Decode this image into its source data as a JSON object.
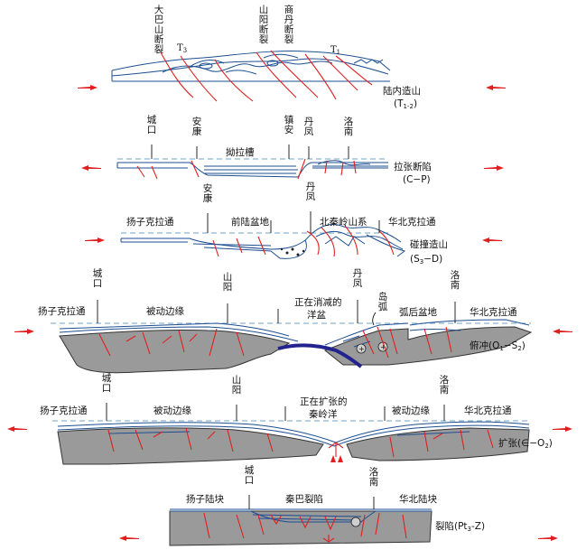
{
  "panels": {
    "p1": {
      "stage": [
        "陆内造山",
        "(T",
        "1-2",
        ")"
      ],
      "labels": {
        "dabashan": "大巴山断裂",
        "shanyang": "山阳断裂",
        "shangdan": "商丹断裂",
        "t3_main": "T",
        "t3_sub": "3",
        "t1_main": "T",
        "t1_sub": "1"
      }
    },
    "p2": {
      "stage": [
        "拉张断陷",
        "(C−P)"
      ],
      "labels": {
        "chengkou": "城口",
        "ankang": "安康",
        "zhenan": "镇安",
        "danfeng": "丹凤",
        "luonan": "洛南",
        "trough": "拗拉槽"
      }
    },
    "p3": {
      "stage": [
        "碰撞造山",
        "(S",
        "3",
        "−D)"
      ],
      "labels": {
        "ankang": "安康",
        "danfeng": "丹凤",
        "yangtze": "扬子克拉通",
        "foreland": "前陆盆地",
        "nqinling": "北秦岭山系",
        "ncc": "华北克拉通"
      }
    },
    "p4": {
      "stage": [
        "俯冲(O",
        "1",
        "−S",
        "2",
        ")"
      ],
      "labels": {
        "chengkou": "城口",
        "shanyang": "山阳",
        "danfeng": "丹凤",
        "luonan": "洛南",
        "yangtze": "扬子克拉通",
        "passive": "被动边缘",
        "ocean_l1": "正在消减的",
        "ocean_l2": "洋盆",
        "arc": "岛弧",
        "backarc": "弧后盆地",
        "ncc": "华北克拉通"
      }
    },
    "p5": {
      "stage": [
        "扩张(∈−O",
        "2",
        ")"
      ],
      "labels": {
        "chengkou": "城口",
        "shanyang": "山阳",
        "luonan": "洛南",
        "yangtze": "扬子克拉通",
        "passive_l": "被动边缘",
        "ocean_l1": "正在扩张的",
        "ocean_l2": "秦岭洋",
        "passive_r": "被动边缘",
        "ncc": "华北克拉通"
      }
    },
    "p6": {
      "stage": [
        "裂陷(Pt",
        "3",
        "-Z)"
      ],
      "labels": {
        "chengkou": "城口",
        "luonan": "洛南",
        "yangtze": "扬子陆块",
        "rift": "秦巴裂陷",
        "ncb": "华北陆块"
      }
    }
  },
  "colors": {
    "crust": "#9a9a9a",
    "fault": "#e02020",
    "strata": "#1d4f91",
    "slab": "#23238f",
    "arrow": "#e02020",
    "dash": "#6fa3c4"
  }
}
